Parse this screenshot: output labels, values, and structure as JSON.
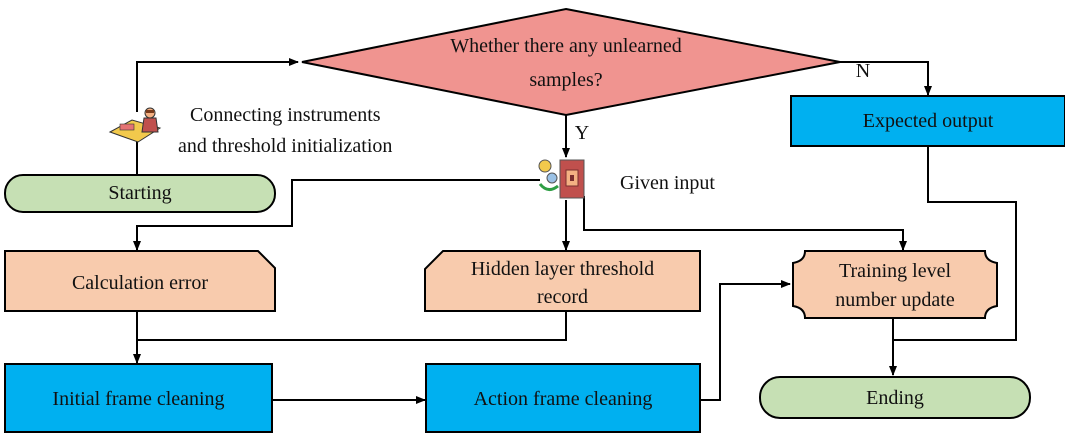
{
  "colors": {
    "decision_fill": "#f09490",
    "process_fill": "#00b0f0",
    "terminal_fill": "#c6e0b4",
    "record_fill": "#f8cbad",
    "line": "#000000"
  },
  "nodes": {
    "decision": "Whether there any unlearned samples?",
    "decision_line1": "Whether there any unlearned",
    "decision_line2": "samples?",
    "starting": "Starting",
    "expected_output": "Expected output",
    "calculation_error": "Calculation error",
    "hidden_layer_line1": "Hidden layer threshold",
    "hidden_layer_line2": "record",
    "training_line1": "Training level",
    "training_line2": "number update",
    "initial_frame_cleaning": "Initial frame cleaning",
    "action_frame_cleaning": "Action frame cleaning",
    "ending": "Ending"
  },
  "annotations": {
    "connect_line1": "Connecting instruments",
    "connect_line2": "and threshold initialization",
    "given_input": "Given input"
  },
  "edge_labels": {
    "yes": "Y",
    "no": "N"
  },
  "icons": [
    "person-at-desk-icon",
    "input-device-icon"
  ]
}
